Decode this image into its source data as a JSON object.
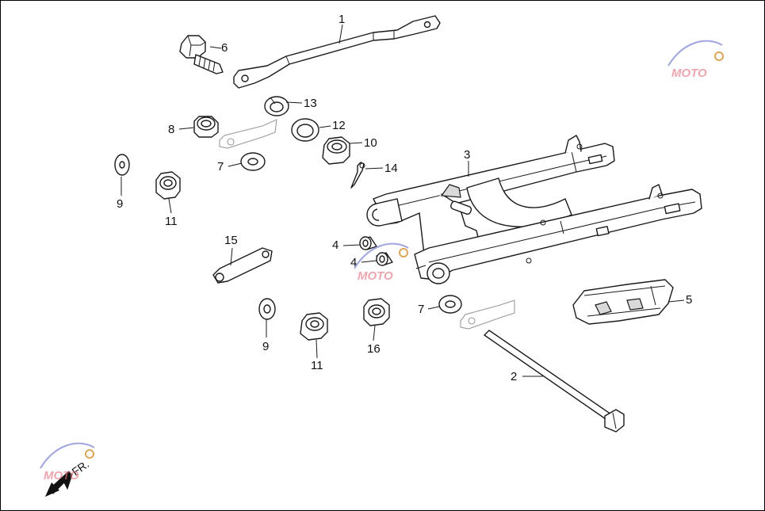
{
  "labels": [
    {
      "key": "l1",
      "text": "1"
    },
    {
      "key": "l2",
      "text": "2"
    },
    {
      "key": "l3",
      "text": "3"
    },
    {
      "key": "l4a",
      "text": "4"
    },
    {
      "key": "l4b",
      "text": "4"
    },
    {
      "key": "l5",
      "text": "5"
    },
    {
      "key": "l6",
      "text": "6"
    },
    {
      "key": "l7a",
      "text": "7"
    },
    {
      "key": "l7b",
      "text": "7"
    },
    {
      "key": "l8",
      "text": "8"
    },
    {
      "key": "l9a",
      "text": "9"
    },
    {
      "key": "l9b",
      "text": "9"
    },
    {
      "key": "l10",
      "text": "10"
    },
    {
      "key": "l11a",
      "text": "11"
    },
    {
      "key": "l11b",
      "text": "11"
    },
    {
      "key": "l12",
      "text": "12"
    },
    {
      "key": "l13",
      "text": "13"
    },
    {
      "key": "l14",
      "text": "14"
    },
    {
      "key": "l15",
      "text": "15"
    },
    {
      "key": "l16",
      "text": "16"
    }
  ],
  "direction": {
    "text": "FR.",
    "icon": "front-direction-arrow-icon"
  },
  "watermark": {
    "text": "MOTO",
    "icon": "moto-logo-watermark-icon",
    "accent": "#e06a7a",
    "secondary": "#8a8fd6"
  },
  "colors": {
    "line": "#1a1a1a",
    "background": "#ffffff",
    "ghost": "#9a9a9a"
  }
}
